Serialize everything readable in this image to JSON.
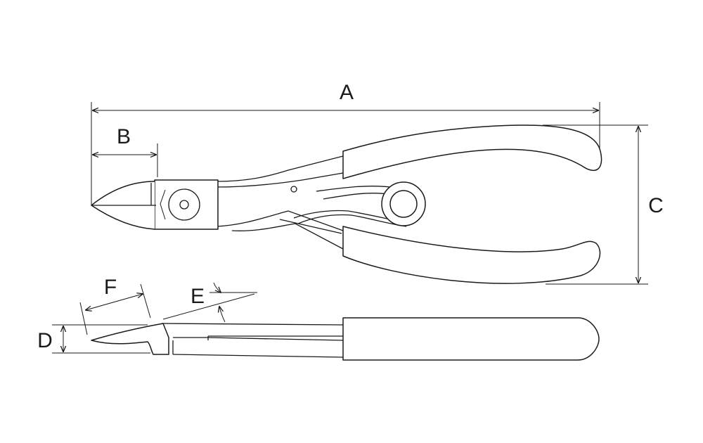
{
  "dimension_labels": {
    "a": "A",
    "b": "B",
    "c": "C",
    "d": "D",
    "e": "E",
    "f": "F"
  },
  "colors": {
    "line": "#1a1a1a",
    "background": "#ffffff"
  }
}
